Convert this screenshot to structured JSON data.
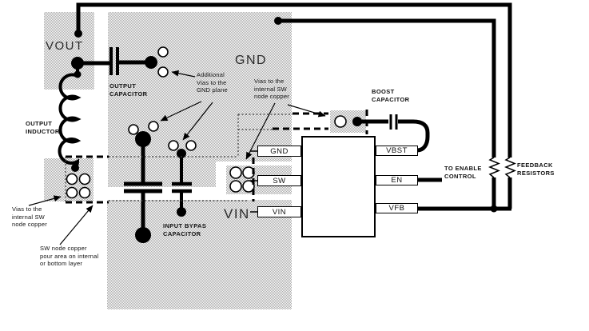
{
  "diagram": {
    "planes": {
      "vout_label": "VOUT",
      "gnd_label": "GND",
      "vin_label": "VIN"
    },
    "ic": {
      "left_pins": [
        {
          "label": "GND"
        },
        {
          "label": "SW"
        },
        {
          "label": "VIN"
        }
      ],
      "right_pins": [
        {
          "label": "VBST"
        },
        {
          "label": "EN"
        },
        {
          "label": "VFB"
        }
      ]
    },
    "component_labels": {
      "output_capacitor": "OUTPUT\nCAPACITOR",
      "output_inductor": "OUTPUT\nINDUCTOR",
      "input_bypass_capacitor": "INPUT BYPAS\nCAPACITOR",
      "boost_capacitor": "BOOST\nCAPACITOR",
      "to_enable_control": "TO ENABLE\nCONTROL",
      "feedback_resistors": "FEEDBACK\nRESISTORS"
    },
    "annotations": {
      "additional_vias_gnd": "Additional\nVias to the\nGND plane",
      "vias_internal_sw_top": "Vias to the\ninternal SW\nnode copper",
      "vias_internal_sw_left": "Vias to the\ninternal SW\nnode copper",
      "sw_node_pour": "SW node copper\npour area on internal\nor bottom layer"
    },
    "colors": {
      "wire": "#000000",
      "plane_dither": "#a9a9a9",
      "text": "#111111"
    }
  }
}
